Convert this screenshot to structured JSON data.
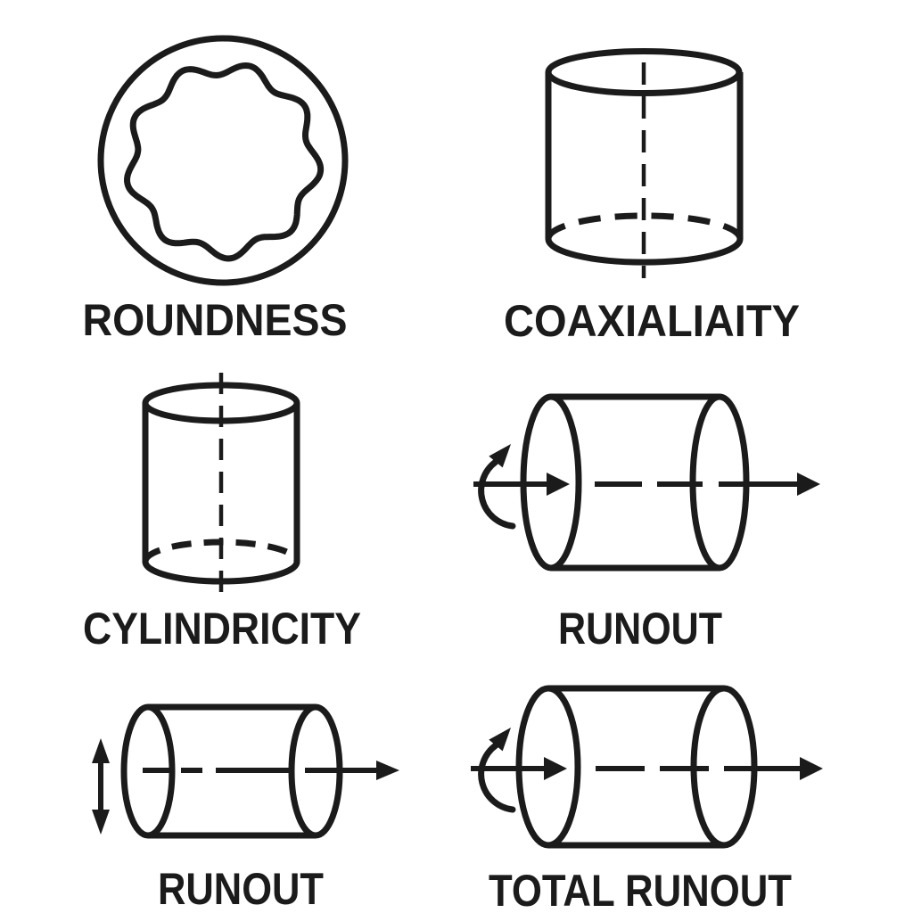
{
  "page": {
    "background": "#ffffff",
    "ink": "#1b1b1b"
  },
  "panels": [
    {
      "id": "roundness",
      "label": "ROUNDNESS"
    },
    {
      "id": "coaxiality",
      "label": "COAXIALIAITY"
    },
    {
      "id": "cylindricity",
      "label": "CYLINDRICITY"
    },
    {
      "id": "runout",
      "label": "RUNOUT"
    },
    {
      "id": "runout-dial",
      "label": "RUNOUT"
    },
    {
      "id": "total-runout",
      "label": "TOTAL RUNOUT"
    }
  ]
}
